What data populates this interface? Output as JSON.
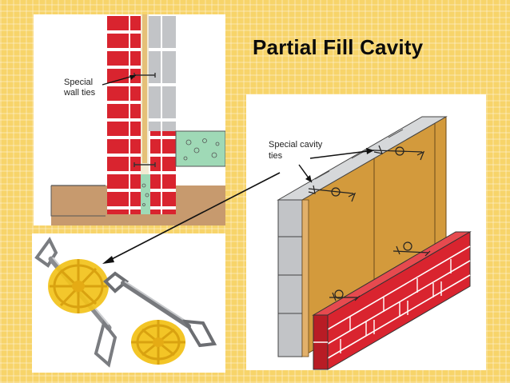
{
  "slide": {
    "title": "Partial Fill Cavity"
  },
  "section_diagram": {
    "label_line1": "Special",
    "label_line2": "wall ties"
  },
  "iso_diagram": {
    "label_line1": "Special cavity",
    "label_line2": "ties"
  },
  "colors": {
    "slide_background": "#f7d46a",
    "brick": "#d9242f",
    "block": "#c2c4c7",
    "insulation": "#d39a3c",
    "ground": "#84d4a2",
    "tie_plastic": "#f2c21a",
    "tie_steel": "#8a8c90",
    "arrow": "#1a1a1a"
  },
  "icons": [
    "wall-tie-icon",
    "retaining-disc-icon",
    "arrow-icon"
  ]
}
